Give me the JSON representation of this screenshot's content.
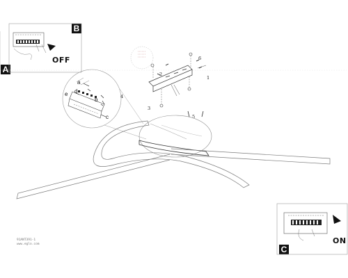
{
  "panels": {
    "a": {
      "badge": "A"
    },
    "b": {
      "badge": "B",
      "switch_state": "OFF"
    },
    "c": {
      "badge": "C",
      "switch_state": "ON"
    }
  },
  "callouts": {
    "a": "a",
    "b": "b",
    "c": "c",
    "d": "d",
    "e": "e"
  },
  "steps": {
    "s1": "1",
    "s2": "2",
    "s3": "3",
    "s4": "4",
    "s5": "5",
    "s6": "6"
  },
  "footer": {
    "code": "91ANT391-1",
    "url": "www.eglo.com"
  },
  "colors": {
    "line": "#8a8a8a",
    "dark_line": "#333333",
    "dashed": "#d9a0a0",
    "ink": "#111111"
  }
}
